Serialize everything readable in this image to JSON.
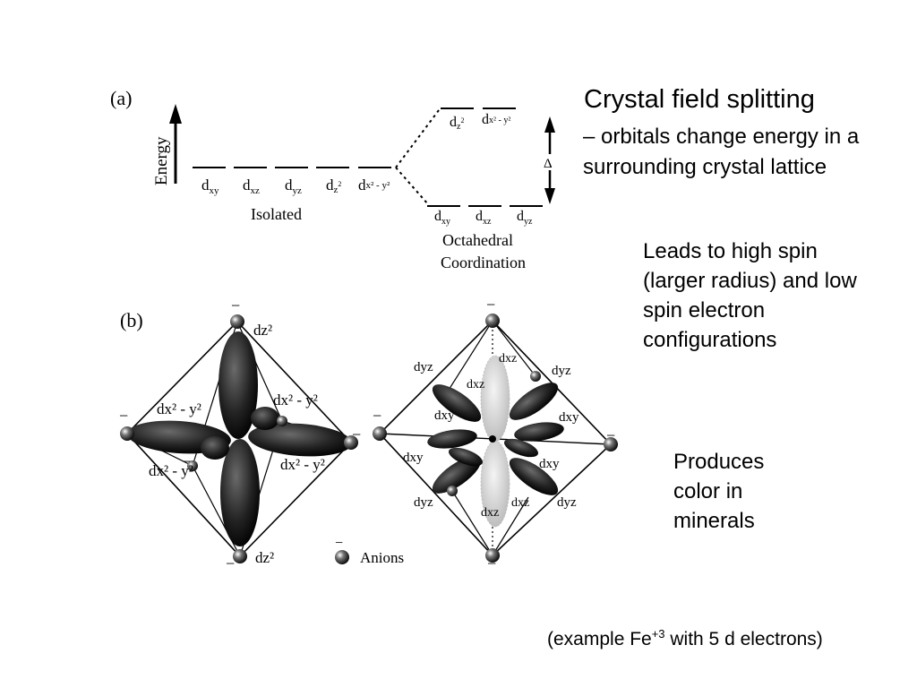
{
  "panel_a": {
    "label": "(a)",
    "axis_label": "Energy",
    "isolated_caption": "Isolated",
    "octahedral_caption_line1": "Octahedral",
    "octahedral_caption_line2": "Coordination",
    "delta_symbol": "Δ",
    "isolated_levels": [
      {
        "base": "d",
        "sub": "xy",
        "sup": ""
      },
      {
        "base": "d",
        "sub": "xz",
        "sup": ""
      },
      {
        "base": "d",
        "sub": "yz",
        "sup": ""
      },
      {
        "base": "d",
        "sub": "z",
        "sup": "2"
      },
      {
        "base": "d",
        "sub": "x² - y²",
        "sup": ""
      }
    ],
    "upper_levels": [
      {
        "base": "d",
        "sub": "z",
        "sup": "2"
      },
      {
        "base": "d",
        "sub": "x² - y²",
        "sup": ""
      }
    ],
    "lower_levels": [
      {
        "base": "d",
        "sub": "xy",
        "sup": ""
      },
      {
        "base": "d",
        "sub": "xz",
        "sup": ""
      },
      {
        "base": "d",
        "sub": "yz",
        "sup": ""
      }
    ]
  },
  "panel_b": {
    "label": "(b)",
    "anion_charge": "−",
    "legend_label": "Anions",
    "left_octahedron_labels": {
      "top": "dz²",
      "bottom": "dz²",
      "upper_left": "dx² - y²",
      "upper_right": "dx² - y²",
      "lower_left": "dx² - y²",
      "lower_right": "dx² - y²"
    },
    "right_octahedron_labels": {
      "dyz": "dyz",
      "dxz": "dxz",
      "dxy": "dxy"
    }
  },
  "text": {
    "title": "Crystal field splitting",
    "subtitle": "– orbitals change energy in a surrounding crystal lattice",
    "note_spin": "Leads to high spin (larger radius) and low spin electron configurations",
    "note_color": "Produces color in minerals",
    "example_prefix": "(example Fe",
    "example_sup": "+3",
    "example_suffix": " with 5 d electrons)"
  },
  "colors": {
    "ink": "#000000",
    "lobe": "#2a2a2a",
    "lobe_light": "#9a9a9a",
    "background": "#ffffff"
  }
}
